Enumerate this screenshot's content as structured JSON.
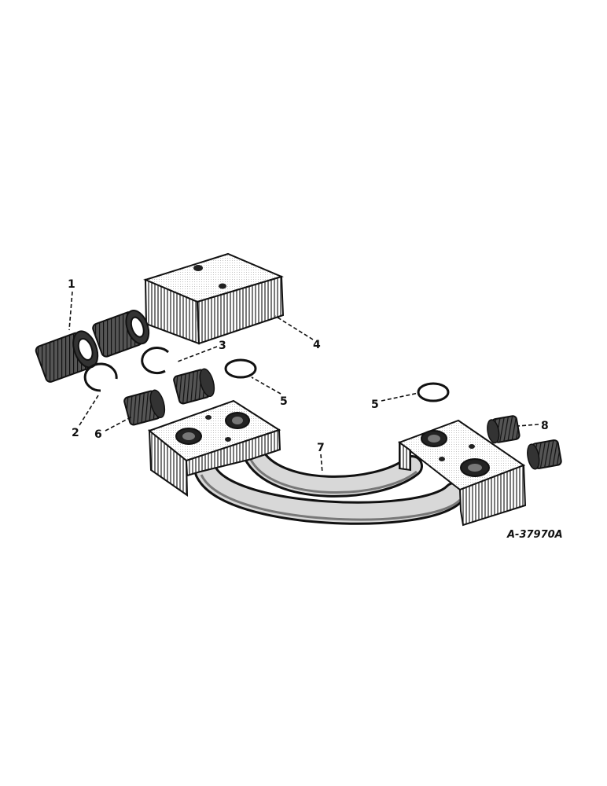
{
  "diagram": {
    "callouts": [
      {
        "id": "c1",
        "label": "1"
      },
      {
        "id": "c2",
        "label": "2"
      },
      {
        "id": "c3",
        "label": "3"
      },
      {
        "id": "c4",
        "label": "4"
      },
      {
        "id": "c5a",
        "label": "5"
      },
      {
        "id": "c5b",
        "label": "5"
      },
      {
        "id": "c6",
        "label": "6"
      },
      {
        "id": "c7",
        "label": "7"
      },
      {
        "id": "c8",
        "label": "8"
      }
    ],
    "figure_ref": "A-37970A"
  }
}
